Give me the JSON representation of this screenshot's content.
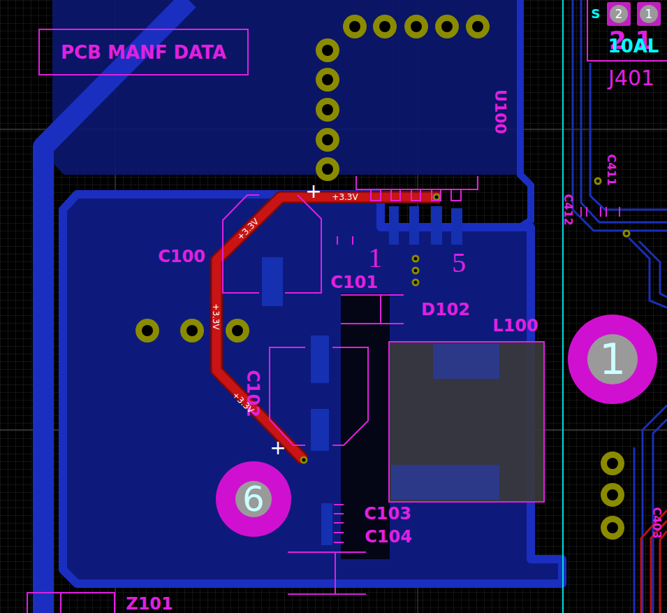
{
  "diagram": {
    "nodes": [
      {
        "text": [
          "PCB MANF DATA"
        ]
      },
      {
        "text": [
          "2"
        ]
      },
      {
        "text": [
          "1"
        ]
      },
      {
        "text": [
          "1"
        ]
      },
      {
        "text": [
          "6"
        ]
      }
    ],
    "labels": [
      "S",
      "2 1",
      "10AL",
      "J401",
      "U100",
      "C411",
      "+3.3V",
      "C412",
      "+3.3V",
      "1",
      "5",
      "C100",
      "C101",
      "D102",
      "+3.3V",
      "L100",
      "C102",
      "+3.3V",
      "C403",
      "C103",
      "C104",
      "Z101",
      "+",
      "+"
    ]
  }
}
